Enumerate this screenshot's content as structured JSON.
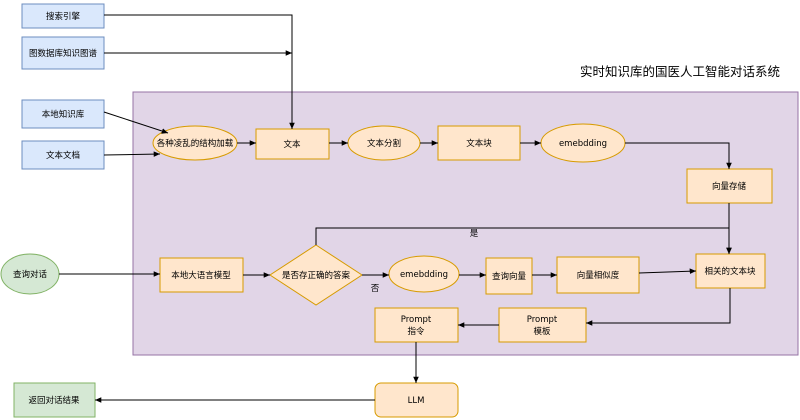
{
  "title": "实时知识库的国医人工智能对话系统",
  "nodes": {
    "search_engine": "搜索引擎",
    "graph_db": "图数据库知识图谱",
    "local_kb": "本地知识库",
    "text_doc": "文本文档",
    "loader": "各种凌乱的结构加载",
    "text": "文本",
    "text_split": "文本分割",
    "text_chunk": "文本块",
    "embedding_top": "emebdding",
    "vector_store": "向量存储",
    "query": "查询对话",
    "local_llm": "本地大语言模型",
    "decision": "是否存正确的答案",
    "embedding_bottom": "emebdding",
    "query_vector": "查询向量",
    "vector_similarity": "向量相似度",
    "related_chunks": "相关的文本块",
    "prompt_template_line1": "Prompt",
    "prompt_template_line2": "模板",
    "prompt_instruction_line1": "Prompt",
    "prompt_instruction_line2": "指令",
    "llm": "LLM",
    "return_result": "返回对话结果"
  },
  "edge_labels": {
    "yes": "是",
    "no": "否"
  },
  "colors": {
    "blue_fill": "#dae8fc",
    "blue_stroke": "#6c8ebf",
    "orange_fill": "#ffe6cc",
    "orange_stroke": "#d79b00",
    "green_fill": "#d5e8d4",
    "green_stroke": "#82b366",
    "purple_fill": "#e1d5e7",
    "purple_stroke": "#9673a6"
  }
}
